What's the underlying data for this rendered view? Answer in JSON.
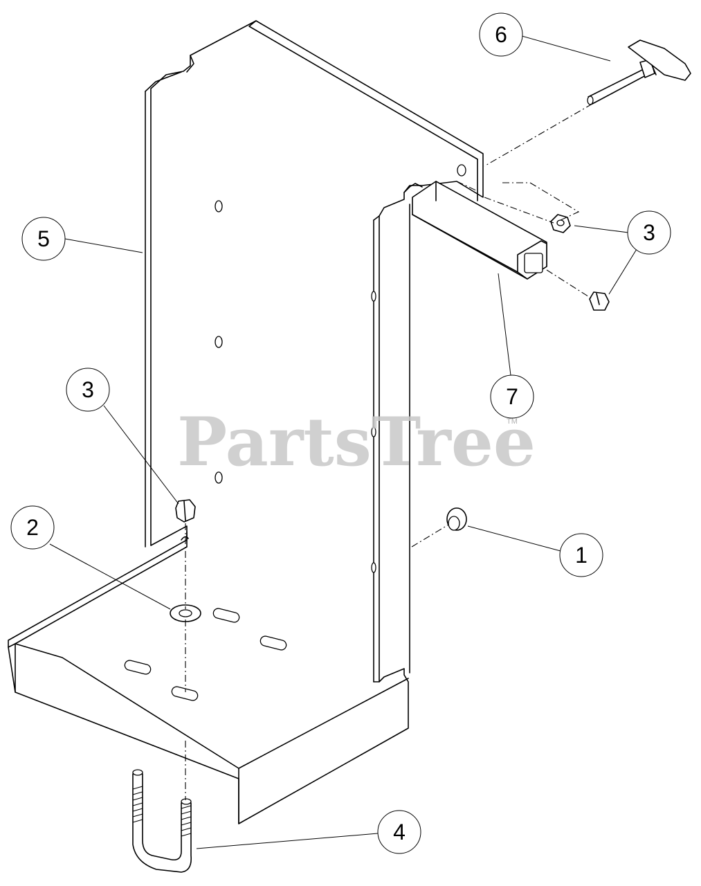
{
  "watermark": {
    "text": "PartsTree",
    "mark": "TM"
  },
  "callouts": [
    {
      "id": "c6",
      "label": "6"
    },
    {
      "id": "c5",
      "label": "5"
    },
    {
      "id": "c3a",
      "label": "3"
    },
    {
      "id": "c7",
      "label": "7"
    },
    {
      "id": "c3b",
      "label": "3"
    },
    {
      "id": "c2",
      "label": "2"
    },
    {
      "id": "c1",
      "label": "1"
    },
    {
      "id": "c4",
      "label": "4"
    }
  ],
  "colors": {
    "line": "#000000",
    "watermark": "#c8c8c8",
    "background": "#ffffff"
  }
}
